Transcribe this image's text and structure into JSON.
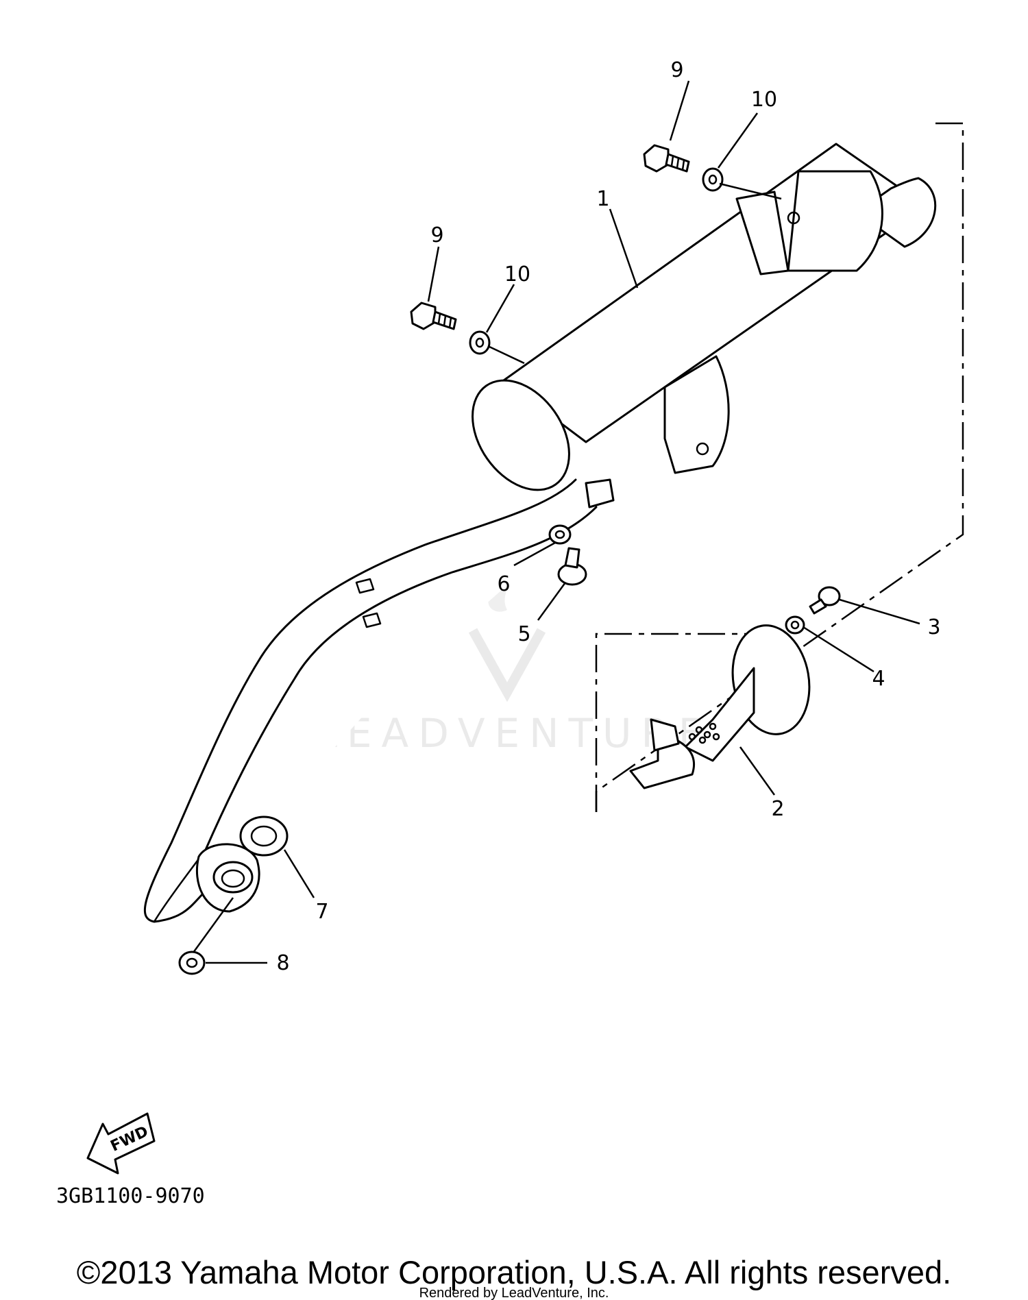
{
  "callouts": {
    "c1": "1",
    "c2": "2",
    "c3": "3",
    "c4": "4",
    "c5": "5",
    "c6": "6",
    "c7": "7",
    "c8": "8",
    "c9a": "9",
    "c9b": "9",
    "c10a": "10",
    "c10b": "10"
  },
  "fwd_label": "FWD",
  "diagram_code": "3GB1100-9070",
  "watermark": "LEADVENTURE",
  "copyright": "©2013 Yamaha Motor Corporation, U.S.A. All rights reserved.",
  "rendered_by": "Rendered by LeadVenture, Inc."
}
